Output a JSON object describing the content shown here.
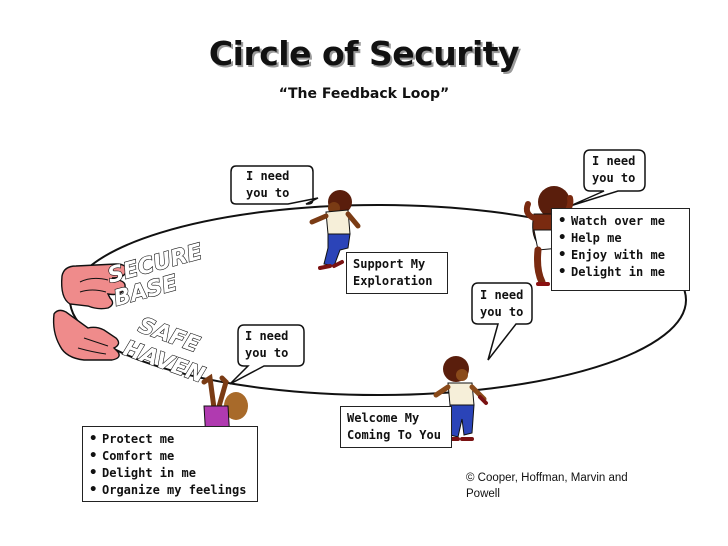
{
  "header": {
    "title": "Circle of Security",
    "subtitle": "“The Feedback Loop”"
  },
  "labels": {
    "secure_base": [
      "SECURE",
      "BASE"
    ],
    "safe_haven": [
      "SAFE",
      "HAVEN"
    ]
  },
  "bubbles": {
    "left_top": [
      "I need",
      "you to"
    ],
    "right_top": [
      "I need",
      "you to"
    ],
    "middle": [
      "I need",
      "you to"
    ],
    "left_bottom": [
      "I need",
      "you to"
    ]
  },
  "boxes": {
    "exploration": [
      "Support My",
      "Exploration"
    ],
    "welcome": [
      "Welcome My",
      "Coming To You"
    ],
    "exploration_needs": [
      "Watch over me",
      "Help me",
      "Enjoy with me",
      "Delight in me"
    ],
    "haven_needs": [
      "Protect me",
      "Comfort me",
      "Delight in me",
      "Organize my feelings"
    ]
  },
  "footer": {
    "credit_line1": "© Cooper, Hoffman, Marvin and",
    "credit_line2": "Powell"
  },
  "colors": {
    "hand_fill": "#ef8b8b",
    "shirt_purple": "#b03ab0",
    "pants_blue": "#2b44b8",
    "skin_brown": "#7a3b14",
    "skin_dark": "#5a1e0c"
  },
  "icons": [
    "hand-icon",
    "toddler-icon"
  ]
}
